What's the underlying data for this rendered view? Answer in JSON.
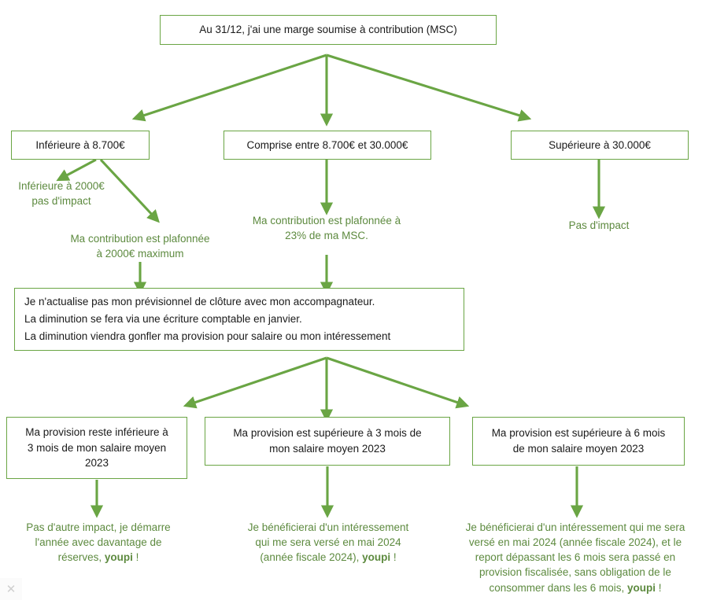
{
  "meta": {
    "accent_green": "#6aa544",
    "text_green": "#5d8a3f",
    "box_text": "#1a1a1a",
    "background": "#ffffff"
  },
  "nodes": {
    "root": "Au 31/12, j'ai une marge soumise à contribution (MSC)",
    "branch_low": "Inférieure à 8.700€",
    "branch_mid": "Comprise entre 8.700€ et 30.000€",
    "branch_high": "Supérieure à 30.000€",
    "consolidation": "Je n'actualise pas mon prévisionnel de clôture avec mon accompagnateur.\nLa diminution se fera via une écriture comptable en janvier.\nLa diminution viendra gonfler ma provision pour salaire ou mon intéressement",
    "prov_below_3": "Ma provision reste inférieure à\n3 mois de mon salaire moyen\n2023",
    "prov_above_3": "Ma provision est supérieure à 3 mois de\nmon salaire moyen 2023",
    "prov_above_6": "Ma provision est supérieure à 6 mois\nde mon salaire moyen 2023"
  },
  "notes": {
    "under_2000": "Inférieure à 2000€\npas d'impact",
    "capped_2000": "Ma contribution est plafonnée\nà 2000€ maximum",
    "capped_23pct": "Ma contribution est plafonnée à\n23% de ma MSC.",
    "no_impact": "Pas d'impact",
    "outcome_1_a": "Pas d'autre impact, je démarre\nl'année avec davantage de\nréserves, ",
    "outcome_1_b": "youpi",
    "outcome_1_c": " !",
    "outcome_2_a": "Je bénéficierai d'un intéressement\nqui me sera versé en mai 2024\n(année fiscale 2024), ",
    "outcome_2_b": "youpi",
    "outcome_2_c": " !",
    "outcome_3_a": "Je bénéficierai d'un intéressement qui me sera\nversé en mai 2024 (année fiscale 2024), et le\nreport dépassant les 6 mois sera passé en\nprovision fiscalisée, sans obligation de le\nconsommer dans les 6 mois, ",
    "outcome_3_b": "youpi",
    "outcome_3_c": " !"
  },
  "controls": {
    "close_glyph": "✕"
  }
}
